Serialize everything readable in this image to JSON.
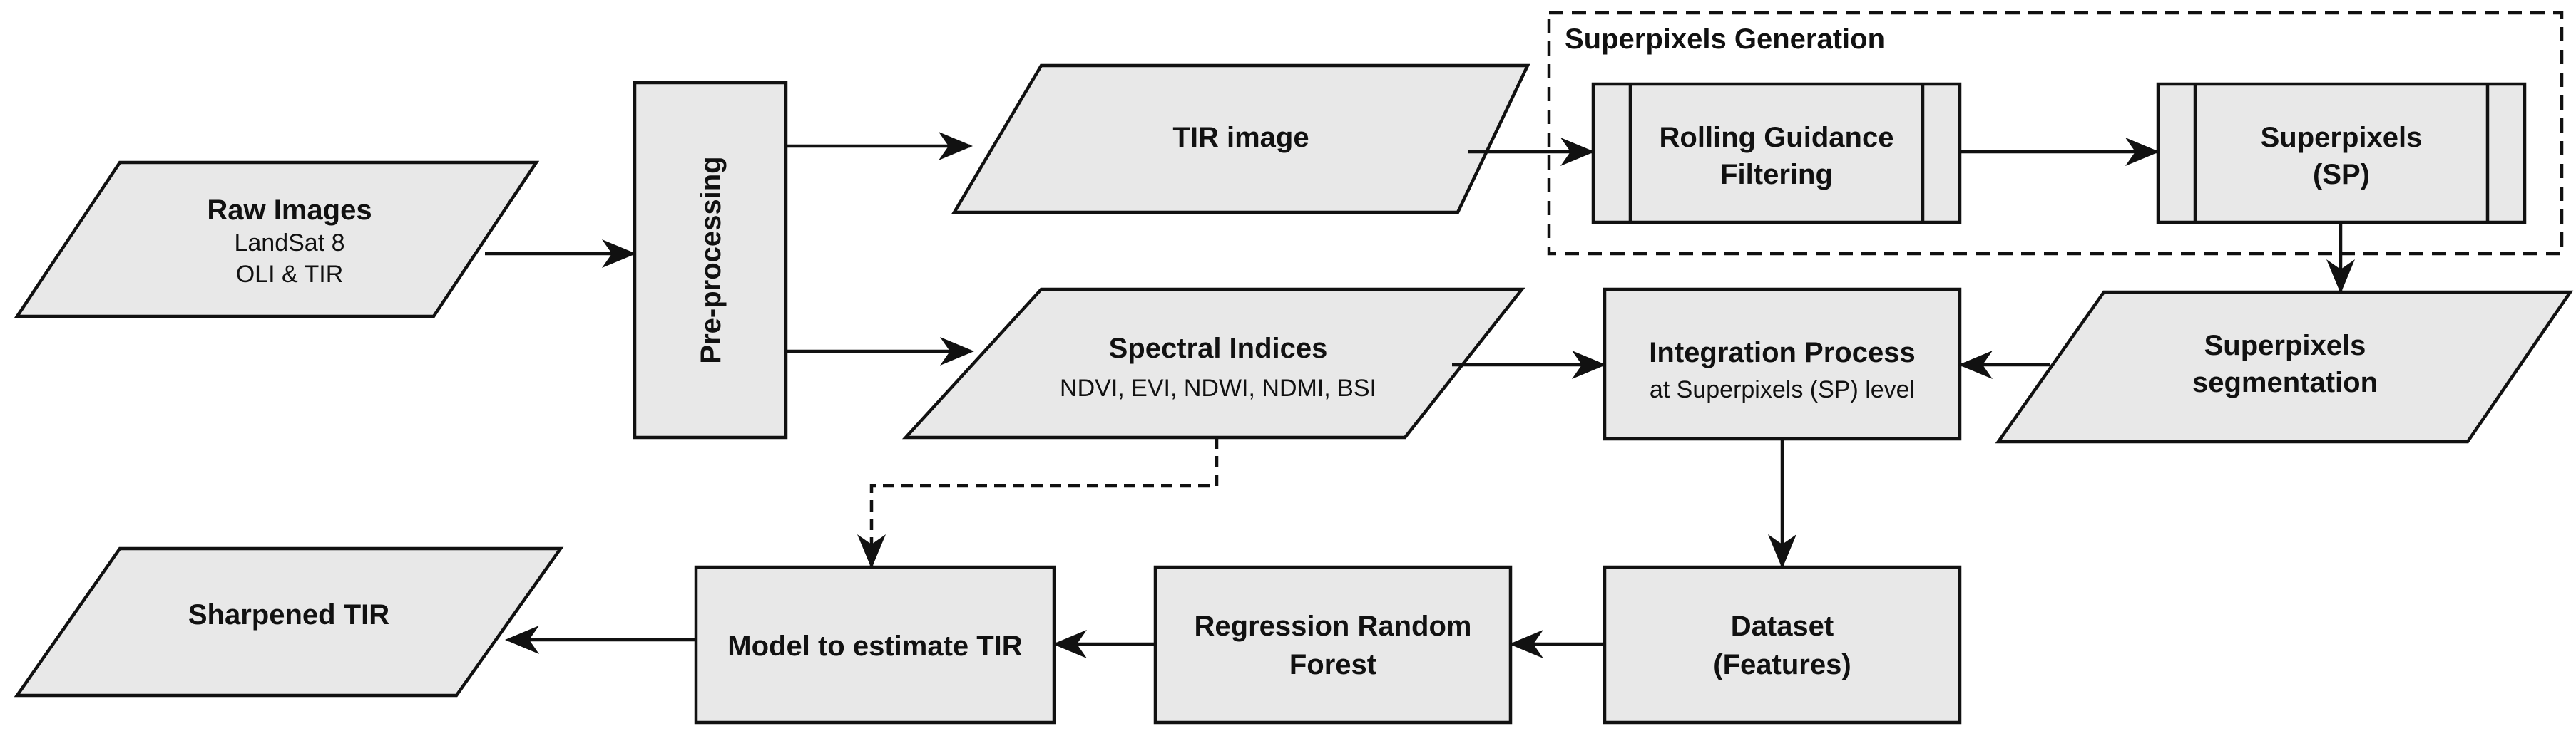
{
  "diagram": {
    "group": {
      "title": "Superpixels Generation"
    },
    "nodes": {
      "raw_images": {
        "title": "Raw Images",
        "line1": "LandSat 8",
        "line2": "OLI  &  TIR"
      },
      "preprocessing": {
        "title": "Pre-processing"
      },
      "tir_image": {
        "title": "TIR  image"
      },
      "rolling_guidance": {
        "line1": "Rolling Guidance",
        "line2": "Filtering"
      },
      "superpixels": {
        "line1": "Superpixels",
        "line2": "(SP)"
      },
      "spectral_indices": {
        "title": "Spectral Indices",
        "subtitle": "NDVI, EVI, NDWI, NDMI, BSI"
      },
      "integration": {
        "title": "Integration Process",
        "subtitle": "at Superpixels (SP) level"
      },
      "sp_segmentation": {
        "line1": "Superpixels",
        "line2": "segmentation"
      },
      "dataset": {
        "line1": "Dataset",
        "line2": "(Features)"
      },
      "regression": {
        "line1": "Regression Random",
        "line2": "Forest"
      },
      "model": {
        "title": "Model to estimate TIR"
      },
      "sharpened": {
        "title": "Sharpened TIR"
      }
    }
  }
}
